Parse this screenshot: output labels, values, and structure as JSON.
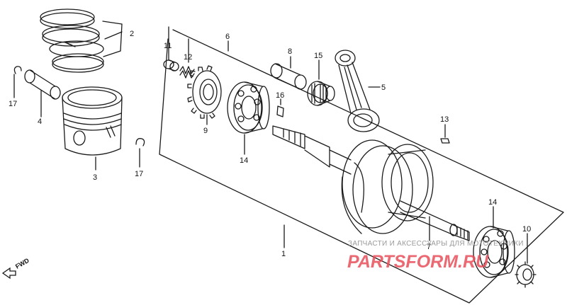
{
  "diagram": {
    "labels": {
      "l1": "1",
      "l2": "2",
      "l3": "3",
      "l4": "4",
      "l5": "5",
      "l6": "6",
      "l7": "7",
      "l8": "8",
      "l9": "9",
      "l10": "10",
      "l11": "11",
      "l12": "12",
      "l13": "13",
      "l14a": "14",
      "l14b": "14",
      "l15": "15",
      "l16": "16",
      "l17a": "17",
      "l17b": "17"
    },
    "direction_marker": "FWD"
  },
  "watermark": {
    "caption": "ЗАПЧАСТИ И АКСЕССУАРЫ ДЛЯ МОТОТЕХНИКИ",
    "brand": "PARTSFORM.RU"
  },
  "colors": {
    "line": "#1a1a1a",
    "watermark_brand": "#e8505b",
    "watermark_caption": "#9a9a9a"
  }
}
